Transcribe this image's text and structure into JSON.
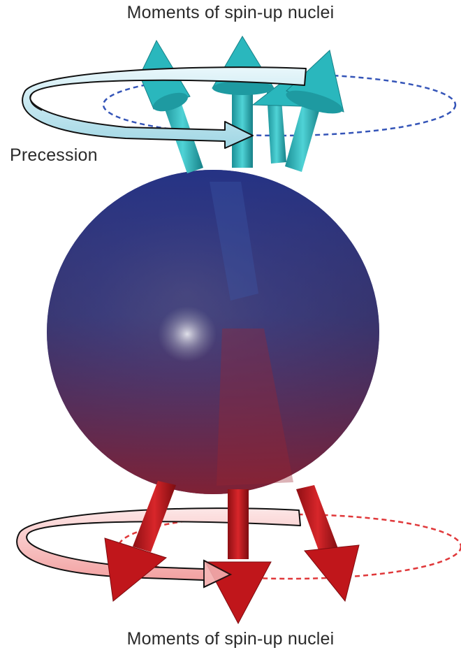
{
  "labels": {
    "top": "Moments of spin-up nuclei",
    "precession": "Precession",
    "bottom": "Moments of spin-up nuclei"
  },
  "colors": {
    "up_arrow": "#2ab7bd",
    "down_arrow": "#c0161b",
    "sphere_top": "#1f2f74",
    "sphere_bottom": "#8a1f2c",
    "top_orbit_dash": "#3555b8",
    "bottom_orbit_dash": "#e0383a"
  },
  "icons": {
    "precession_ribbon_top": "circular-arrow-icon",
    "precession_ribbon_bottom": "circular-arrow-icon"
  }
}
